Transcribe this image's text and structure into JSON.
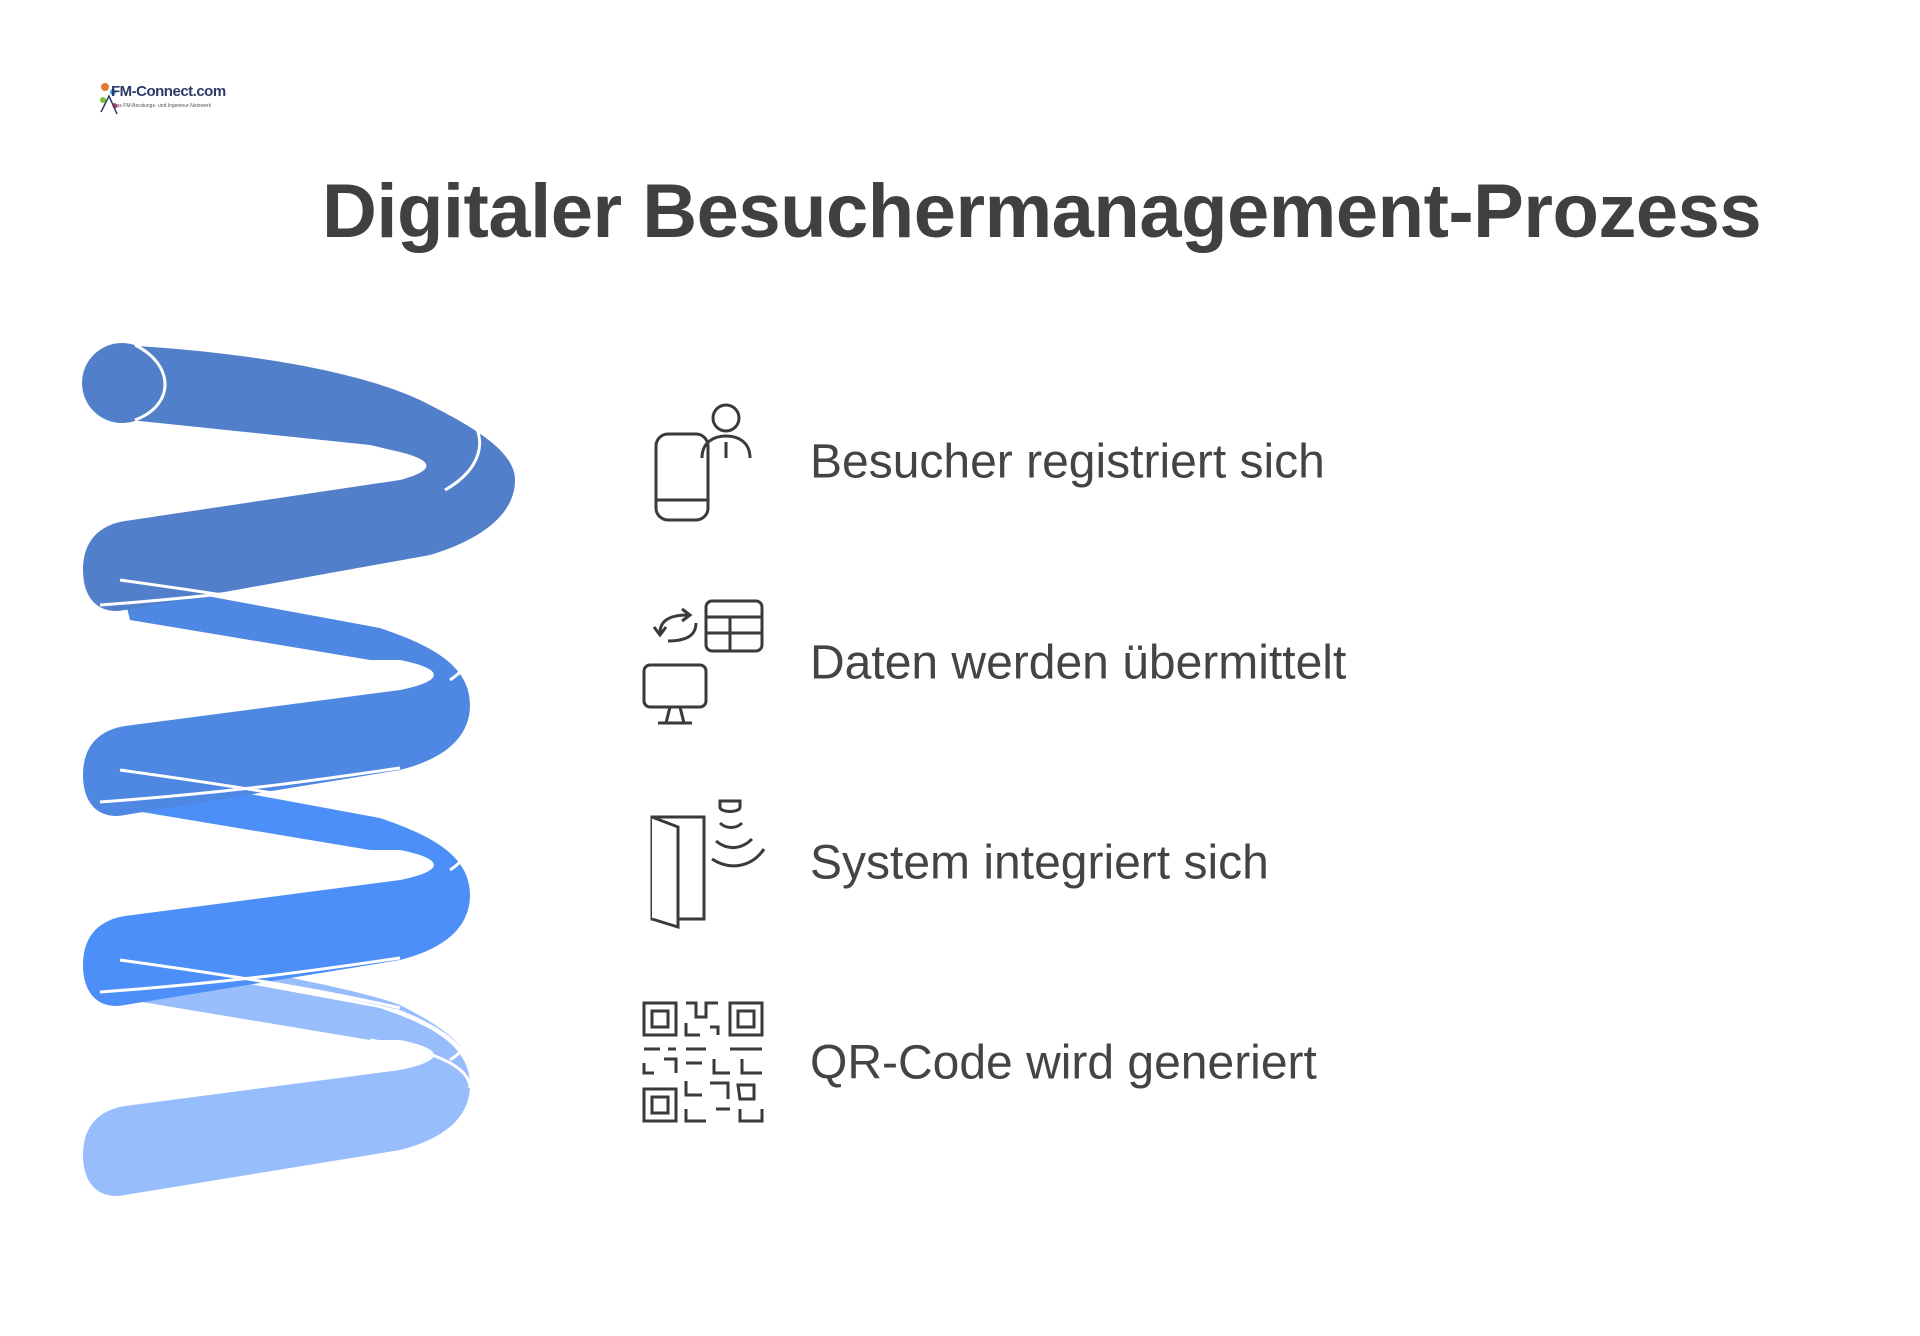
{
  "logo": {
    "text": "FM-Connect.com",
    "subtext": "Das FM-Beratungs- und Ingenieur-Netzwerk",
    "icon": "fm-connect-logo"
  },
  "title": "Digitaler Besuchermanagement-Prozess",
  "colors": {
    "coil_1": "#517fca",
    "coil_2": "#4f88e3",
    "coil_3": "#4d8ff8",
    "coil_4": "#98bdfc",
    "text": "#444444",
    "icon_stroke": "#3a3a3a"
  },
  "steps": [
    {
      "label": "Besucher registriert sich",
      "icon": "phone-user-icon"
    },
    {
      "label": "Daten werden übermittelt",
      "icon": "data-transfer-icon"
    },
    {
      "label": "System integriert sich",
      "icon": "door-sensor-icon"
    },
    {
      "label": "QR-Code wird generiert",
      "icon": "qr-code-icon"
    }
  ]
}
